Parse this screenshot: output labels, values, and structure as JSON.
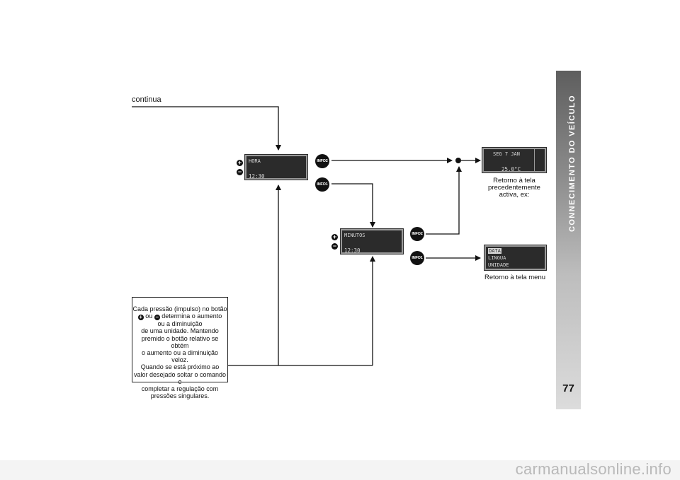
{
  "header": {
    "continua": "continua"
  },
  "sidebar": {
    "section_title": "CONNECIMENTO DO VEÍCULO",
    "page_number": "77"
  },
  "buttons": {
    "info1": "INFO1",
    "info2": "INFO2",
    "plus": "+",
    "minus": "−"
  },
  "lcd_hora": {
    "line1": "HORA",
    "line2": "12:30"
  },
  "lcd_minutos": {
    "line1": "MINUTOS",
    "line2": "12:30"
  },
  "lcd_prev": {
    "line1": "SEG 7 JAN",
    "line2": "25.0°C"
  },
  "lcd_menu": {
    "line1": "DATA",
    "line2": "LINGUA",
    "line3": "UNIDADE"
  },
  "captions": {
    "prev_screen": [
      "Retorno à tela",
      "precedentemente",
      "activa, ex:"
    ],
    "menu_screen": "Retorno à tela menu"
  },
  "info_box": {
    "line1": "Cada pressão (impulso) no botão",
    "line2_or": "ou",
    "line2_rest": "determina o aumento",
    "line3": "ou a diminuição",
    "line4": "de uma unidade. Mantendo",
    "line5": "premido o botão relativo se obtém",
    "line6": "o aumento ou a diminuição veloz.",
    "line7": "Quando se está próximo ao",
    "line8": "valor desejado soltar o comando e",
    "line9": "completar a regulação com",
    "line10": "pressões singulares."
  },
  "footer": {
    "watermark": "carmanualsonline.info"
  }
}
